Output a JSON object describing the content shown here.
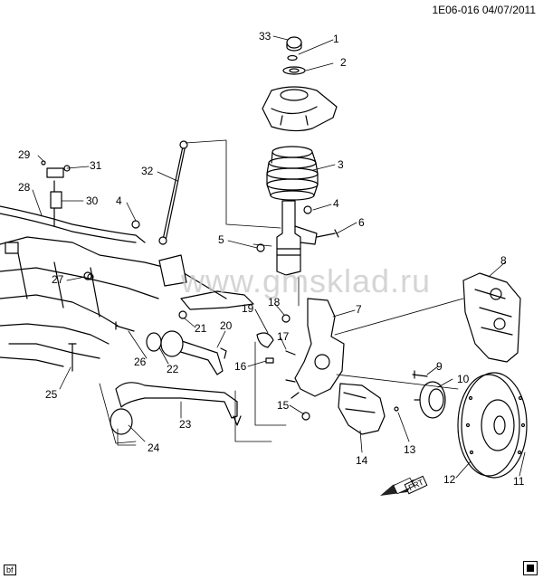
{
  "header": {
    "code": "1E06-016  04/07/2011"
  },
  "watermark": "www.gmsklad.ru",
  "corner_left": "bf",
  "corner_right_icon": "fwd-arrow-icon",
  "arrow_label": "FRT",
  "callouts": [
    "33",
    "1",
    "2",
    "3",
    "4",
    "6",
    "5",
    "32",
    "31",
    "29",
    "30",
    "28",
    "4",
    "8",
    "7",
    "19",
    "18",
    "17",
    "20",
    "21",
    "27",
    "26",
    "22",
    "16",
    "9",
    "10",
    "25",
    "15",
    "23",
    "24",
    "14",
    "13",
    "12",
    "11"
  ]
}
